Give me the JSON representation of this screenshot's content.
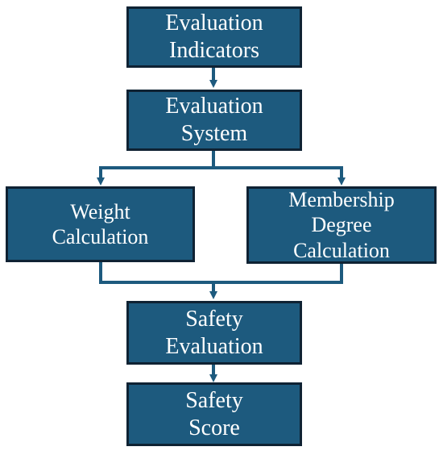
{
  "nodes": {
    "evaluation_indicators": {
      "line1": "Evaluation",
      "line2": "Indicators"
    },
    "evaluation_system": {
      "line1": "Evaluation",
      "line2": "System"
    },
    "weight_calculation": {
      "line1": "Weight",
      "line2": "Calculation"
    },
    "membership_degree_calculation": {
      "line1": "Membership",
      "line2": "Degree",
      "line3": "Calculation"
    },
    "safety_evaluation": {
      "line1": "Safety",
      "line2": "Evaluation"
    },
    "safety_score": {
      "line1": "Safety",
      "line2": "Score"
    }
  },
  "colors": {
    "box_fill": "#1d5a7e",
    "box_border": "#0f2233",
    "connector": "#1d5a7e",
    "text": "#ffffff"
  }
}
